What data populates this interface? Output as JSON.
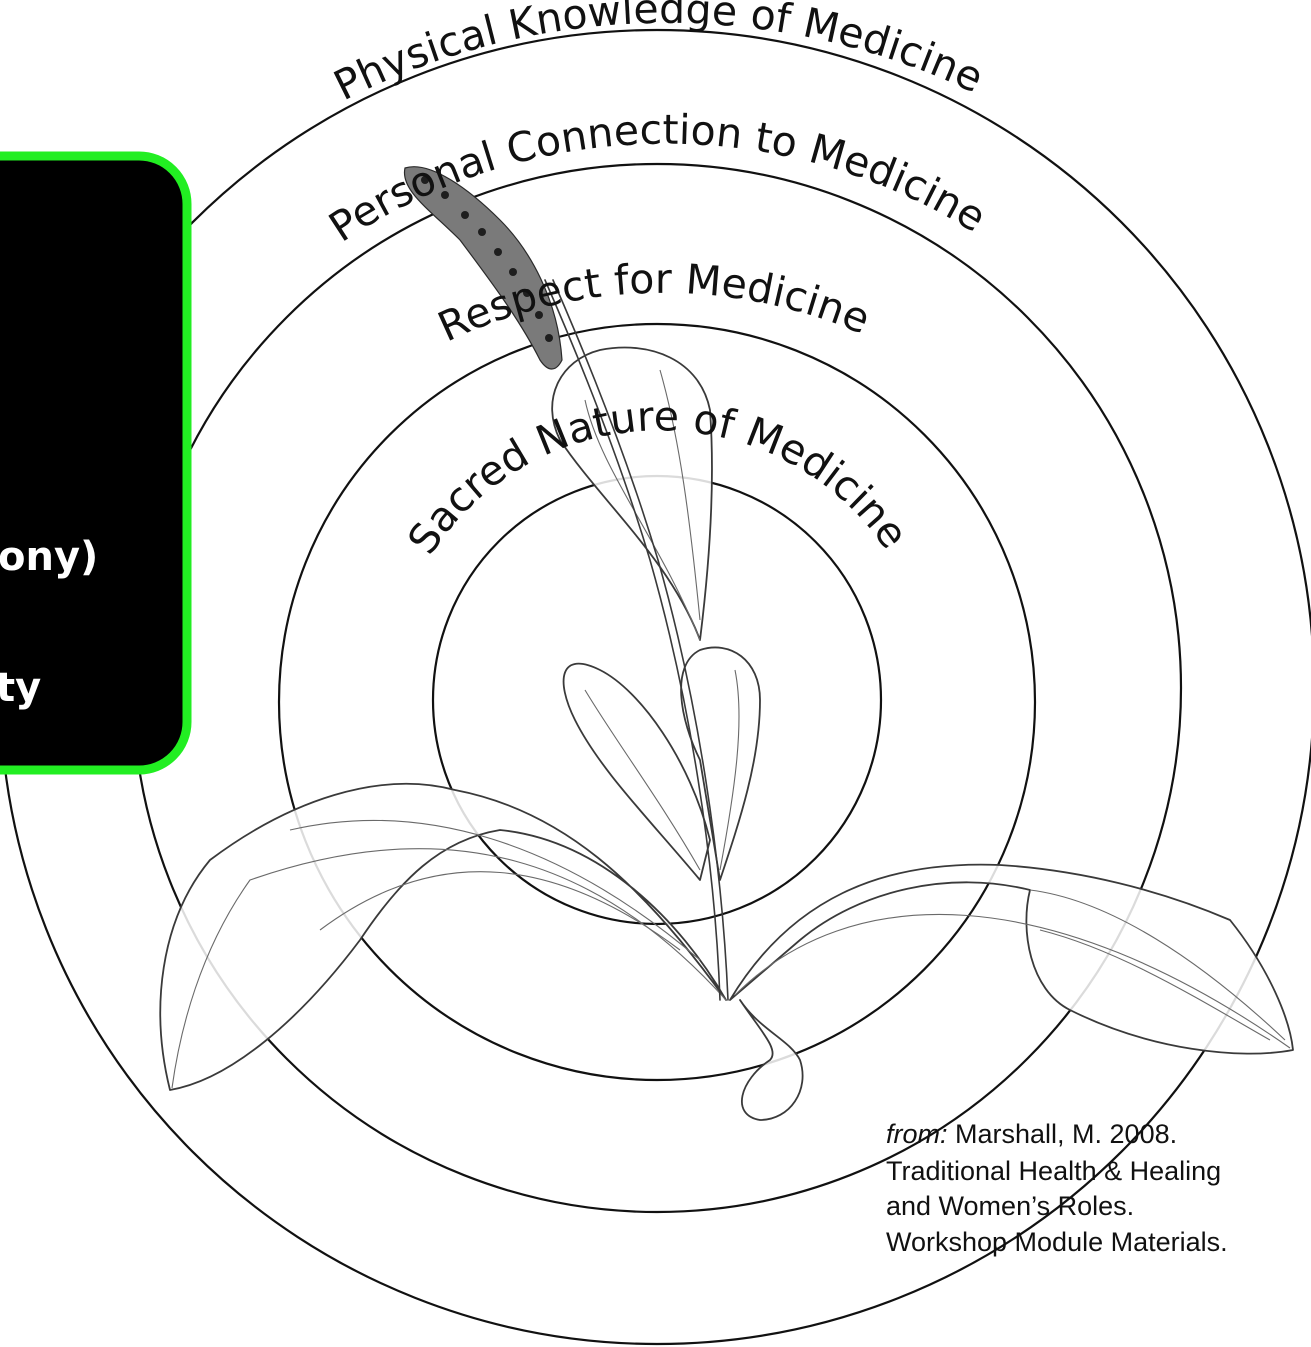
{
  "rings": [
    {
      "id": "ring-physical",
      "label": "Physical Knowledge of Medicine"
    },
    {
      "id": "ring-personal",
      "label": "Personal Connection to Medicine"
    },
    {
      "id": "ring-respect",
      "label": "Respect for Medicine"
    },
    {
      "id": "ring-sacred",
      "label": "Sacred Nature of Medicine"
    }
  ],
  "callout": {
    "line_1": "ony)",
    "line_2": "ty",
    "border_color": "#22ee22",
    "fill_color": "#000000"
  },
  "illustration": {
    "subject": "plantain-plant-illustration"
  },
  "citation": {
    "lead": "from:",
    "line_1": " Marshall, M.  2008.",
    "line_2": "Traditional Health & Healing",
    "line_3": "and Women’s Roles.",
    "line_4": "Workshop Module Materials."
  }
}
